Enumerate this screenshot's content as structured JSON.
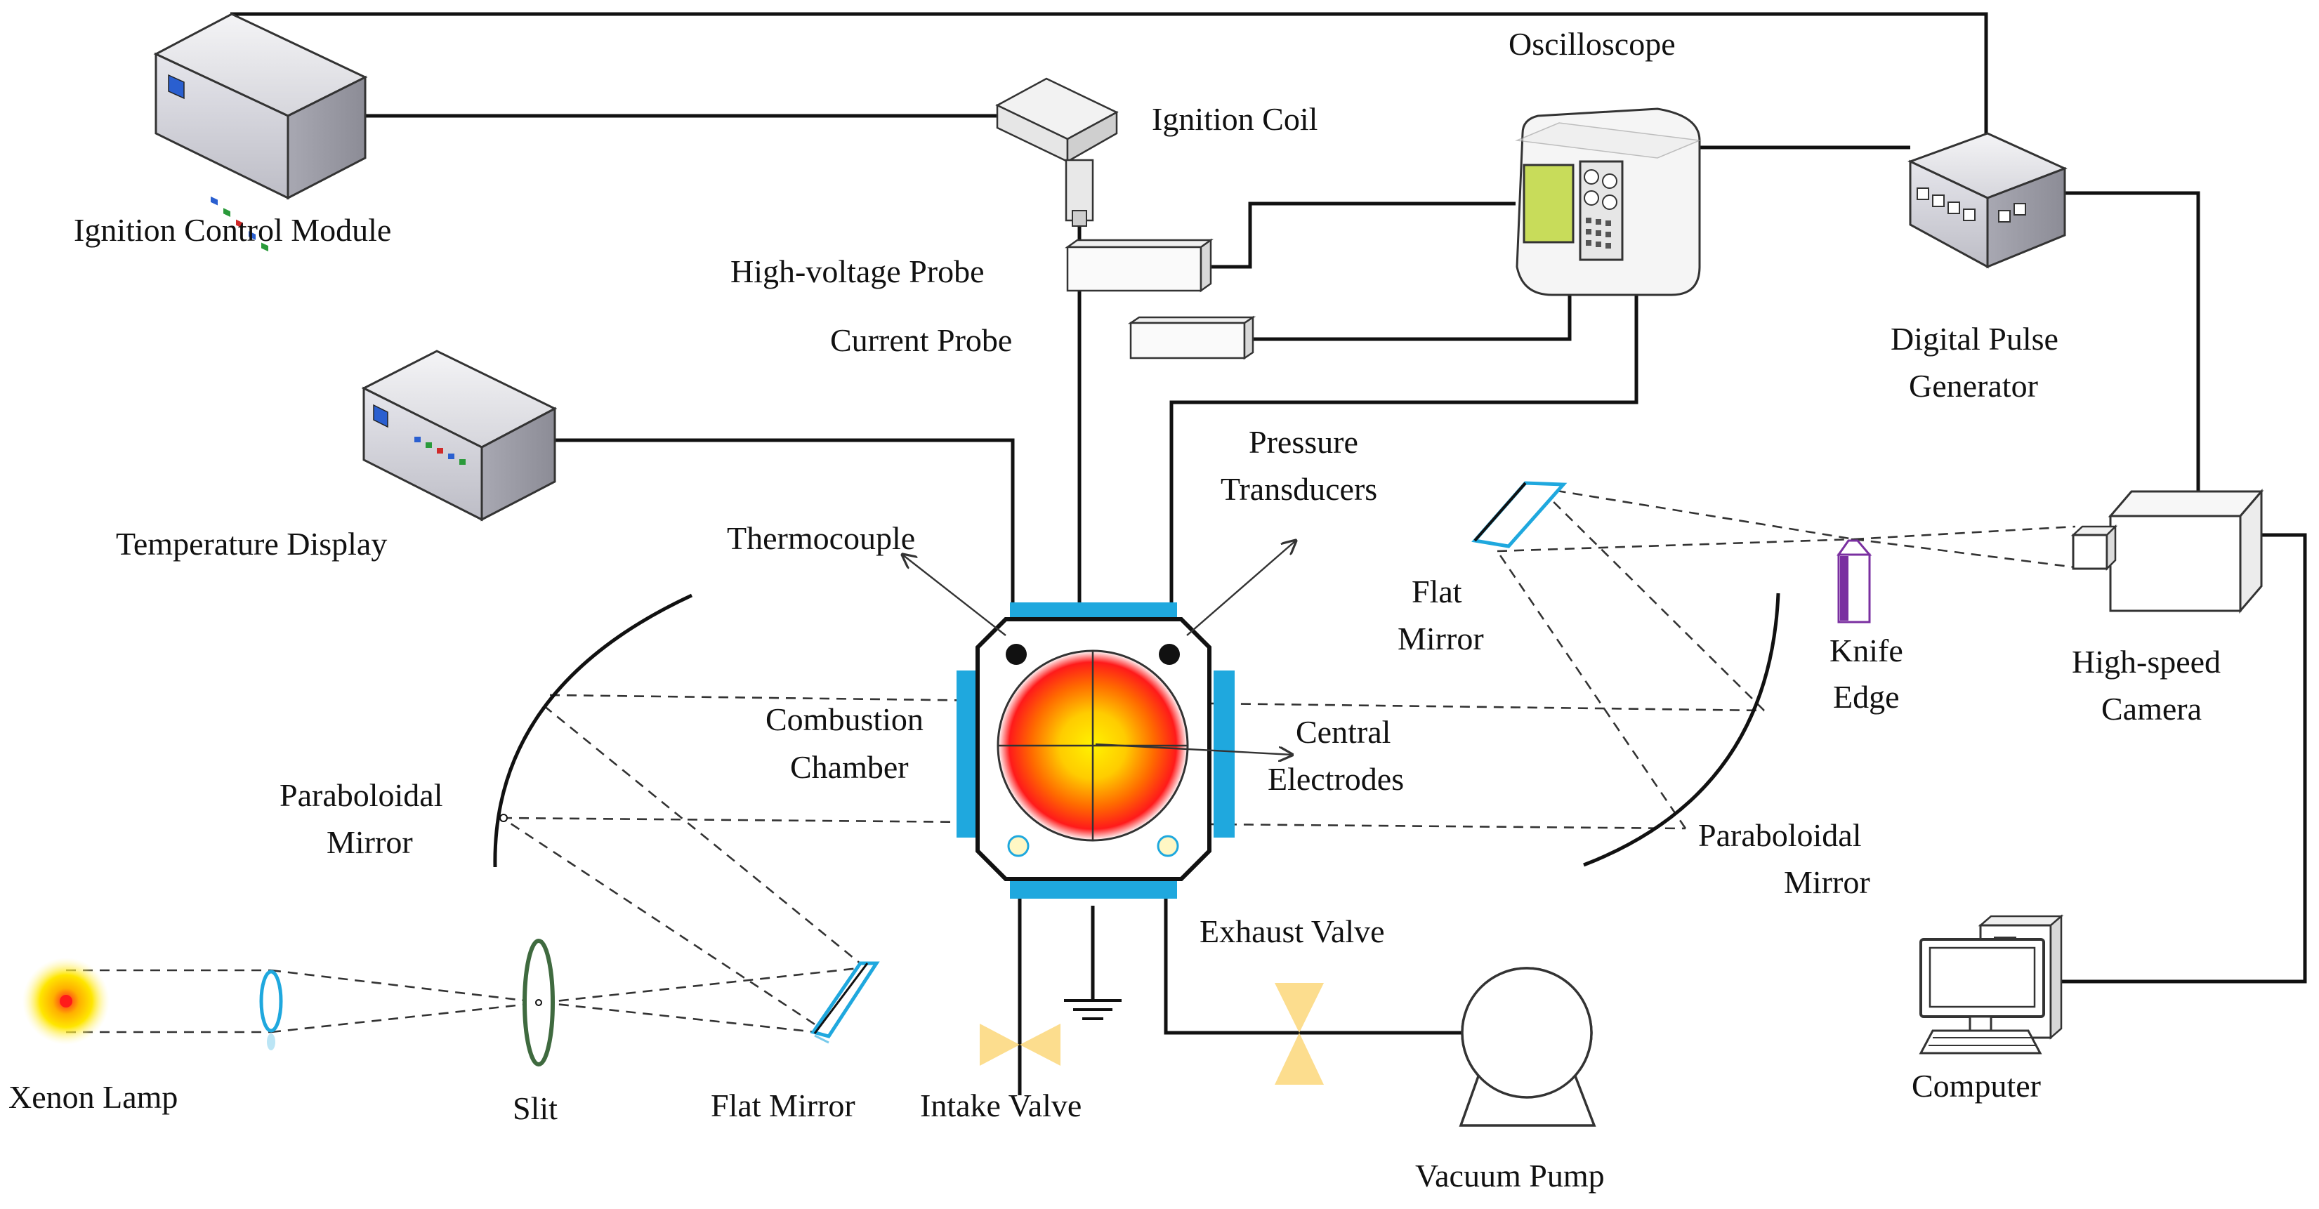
{
  "labels": {
    "ignition_control_module": "Ignition Control Module",
    "ignition_coil": "Ignition Coil",
    "oscilloscope": "Oscilloscope",
    "high_voltage_probe": "High-voltage Probe",
    "current_probe": "Current Probe",
    "digital_pulse_generator_1": "Digital Pulse",
    "digital_pulse_generator_2": "Generator",
    "temperature_display": "Temperature Display",
    "thermocouple": "Thermocouple",
    "pressure_transducers_1": "Pressure",
    "pressure_transducers_2": "Transducers",
    "flat_mirror_top_1": "Flat",
    "flat_mirror_top_2": "Mirror",
    "knife_edge_1": "Knife",
    "knife_edge_2": "Edge",
    "high_speed_camera_1": "High-speed",
    "high_speed_camera_2": "Camera",
    "combustion_chamber_1": "Combustion",
    "combustion_chamber_2": "Chamber",
    "central_electrodes_1": "Central",
    "central_electrodes_2": "Electrodes",
    "paraboloidal_mirror_left_1": "Paraboloidal",
    "paraboloidal_mirror_left_2": "Mirror",
    "paraboloidal_mirror_right_1": "Paraboloidal",
    "paraboloidal_mirror_right_2": "Mirror",
    "exhaust_valve": "Exhaust Valve",
    "xenon_lamp": "Xenon Lamp",
    "slit": "Slit",
    "flat_mirror_bottom": "Flat Mirror",
    "intake_valve": "Intake Valve",
    "vacuum_pump": "Vacuum Pump",
    "computer": "Computer"
  },
  "colors": {
    "line": "#111111",
    "window_blue": "#1fa8de",
    "flame_core": "#ffee00",
    "flame_mid": "#ff8a00",
    "flame_outer": "#ff1a1a",
    "valve_yellow": "#fbd77a",
    "slit_green": "#3f6a3f",
    "knife_purple": "#7a2fa0",
    "device_panel": "#e8e8ec",
    "scope_screen": "#c8dc5a"
  }
}
